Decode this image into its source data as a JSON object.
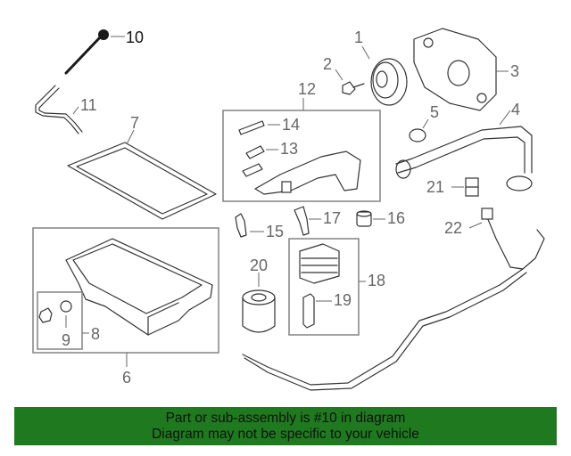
{
  "callouts": {
    "c1": "1",
    "c2": "2",
    "c3": "3",
    "c4": "4",
    "c5": "5",
    "c6": "6",
    "c7": "7",
    "c8": "8",
    "c9": "9",
    "c10": "10",
    "c11": "11",
    "c12": "12",
    "c13": "13",
    "c14": "14",
    "c15": "15",
    "c16": "16",
    "c17": "17",
    "c18": "18",
    "c19": "19",
    "c20": "20",
    "c21": "21",
    "c22": "22"
  },
  "banner": {
    "line1": "Part or sub-assembly is #10 in diagram",
    "line2": "Diagram may not be specific to your vehicle"
  },
  "colors": {
    "banner_bg": "#1f7a1f",
    "line": "#333333",
    "callout": "#666666"
  }
}
